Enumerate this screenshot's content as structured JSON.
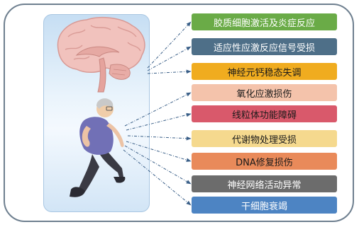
{
  "boxes": [
    {
      "text": "胶质细胞激活及炎症反应",
      "color": "#6aab47"
    },
    {
      "text": "适应性应激反应信号受损",
      "color": "#4e6f88"
    },
    {
      "text": "神经元钙稳态失调",
      "color": "#f0ac1f"
    },
    {
      "text": "氧化应激损伤",
      "color": "#f4c3ab"
    },
    {
      "text": "线粒体功能障碍",
      "color": "#d9596b"
    },
    {
      "text": "代谢物处理受损",
      "color": "#f5d98e"
    },
    {
      "text": "DNA修复损伤",
      "color": "#e98a5a"
    },
    {
      "text": "神经网络活动异常",
      "color": "#6c6c6c"
    },
    {
      "text": "干细胞衰竭",
      "color": "#4d84c3"
    }
  ]
}
